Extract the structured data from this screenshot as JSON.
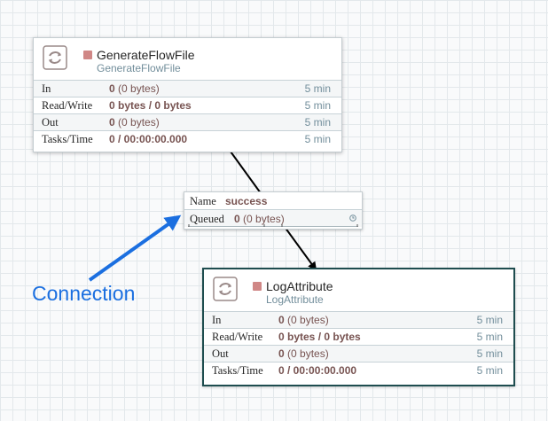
{
  "processors": {
    "generate": {
      "name": "GenerateFlowFile",
      "type": "GenerateFlowFile",
      "stats": [
        {
          "label": "In",
          "count": "0",
          "detail": "(0 bytes)",
          "time": "5 min"
        },
        {
          "label": "Read/Write",
          "count": "0 bytes / 0 bytes",
          "detail": "",
          "time": "5 min"
        },
        {
          "label": "Out",
          "count": "0",
          "detail": "(0 bytes)",
          "time": "5 min"
        },
        {
          "label": "Tasks/Time",
          "count": "0 / 00:00:00.000",
          "detail": "",
          "time": "5 min"
        }
      ]
    },
    "log": {
      "name": "LogAttribute",
      "type": "LogAttribute",
      "stats": [
        {
          "label": "In",
          "count": "0",
          "detail": "(0 bytes)",
          "time": "5 min"
        },
        {
          "label": "Read/Write",
          "count": "0 bytes / 0 bytes",
          "detail": "",
          "time": "5 min"
        },
        {
          "label": "Out",
          "count": "0",
          "detail": "(0 bytes)",
          "time": "5 min"
        },
        {
          "label": "Tasks/Time",
          "count": "0 / 00:00:00.000",
          "detail": "",
          "time": "5 min"
        }
      ]
    }
  },
  "connection": {
    "name_label": "Name",
    "name_value": "success",
    "queued_label": "Queued",
    "queued_count": "0",
    "queued_detail": "(0 bytes)"
  },
  "annotation": {
    "text": "Connection",
    "color": "#1b6fe0"
  },
  "colors": {
    "status_stopped": "#d08786",
    "value_text": "#775351",
    "muted_text": "#728e9b",
    "selected_border": "#1e4d4f"
  },
  "icons": {
    "processor": "processor-icon",
    "status": "stopped-status-icon",
    "expiration": "expiration-icon"
  }
}
